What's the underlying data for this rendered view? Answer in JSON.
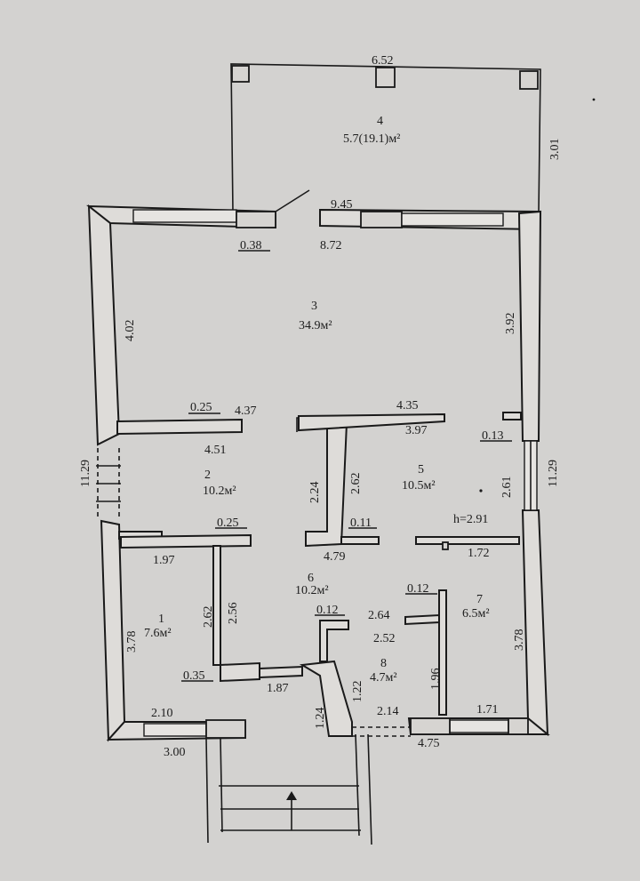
{
  "rooms": [
    {
      "id": "1",
      "number": "1",
      "area": "7.6м²"
    },
    {
      "id": "2",
      "number": "2",
      "area": "10.2м²"
    },
    {
      "id": "3",
      "number": "3",
      "area": "34.9м²"
    },
    {
      "id": "4",
      "number": "4",
      "area": "5.7(19.1)м²"
    },
    {
      "id": "5",
      "number": "5",
      "area": "10.5м²"
    },
    {
      "id": "6",
      "number": "6",
      "area": "10.2м²"
    },
    {
      "id": "7",
      "number": "7",
      "area": "6.5м²"
    },
    {
      "id": "8",
      "number": "8",
      "area": "4.7м²"
    }
  ],
  "ceiling_height": "h=2.91",
  "dims": {
    "terrace_width": "6.52",
    "terrace_depth": "3.01",
    "top_exterior": "9.45",
    "top_interior": "8.72",
    "opening_left": "0.38",
    "left_upper": "4.02",
    "right_upper": "3.92",
    "partition_thk_upper": "0.25",
    "wall_4_37": "4.37",
    "wall_4_35": "4.35",
    "wall_3_97": "3.97",
    "wall_4_51": "4.51",
    "wall_0_13": "0.13",
    "left_total": "11.29",
    "right_total": "11.29",
    "room5_2_24": "2.24",
    "room5_2_62": "2.62",
    "room5_2_61": "2.61",
    "partition_thk_mid": "0.25",
    "wall_0_11": "0.11",
    "wall_4_79": "4.79",
    "wall_1_72": "1.72",
    "wall_1_97": "1.97",
    "room1_2_62": "2.62",
    "room1_2_56": "2.56",
    "room1_3_78": "3.78",
    "room7_3_78": "3.78",
    "wall_0_12_a": "0.12",
    "wall_0_12_b": "0.12",
    "wall_2_64": "2.64",
    "wall_2_52": "2.52",
    "room8_1_96": "1.96",
    "room8_1_22": "1.22",
    "entry_1_24": "1.24",
    "wall_0_35": "0.35",
    "wall_1_87": "1.87",
    "wall_2_10": "2.10",
    "wall_3_00": "3.00",
    "wall_2_14": "2.14",
    "wall_1_71": "1.71",
    "wall_4_75": "4.75"
  }
}
